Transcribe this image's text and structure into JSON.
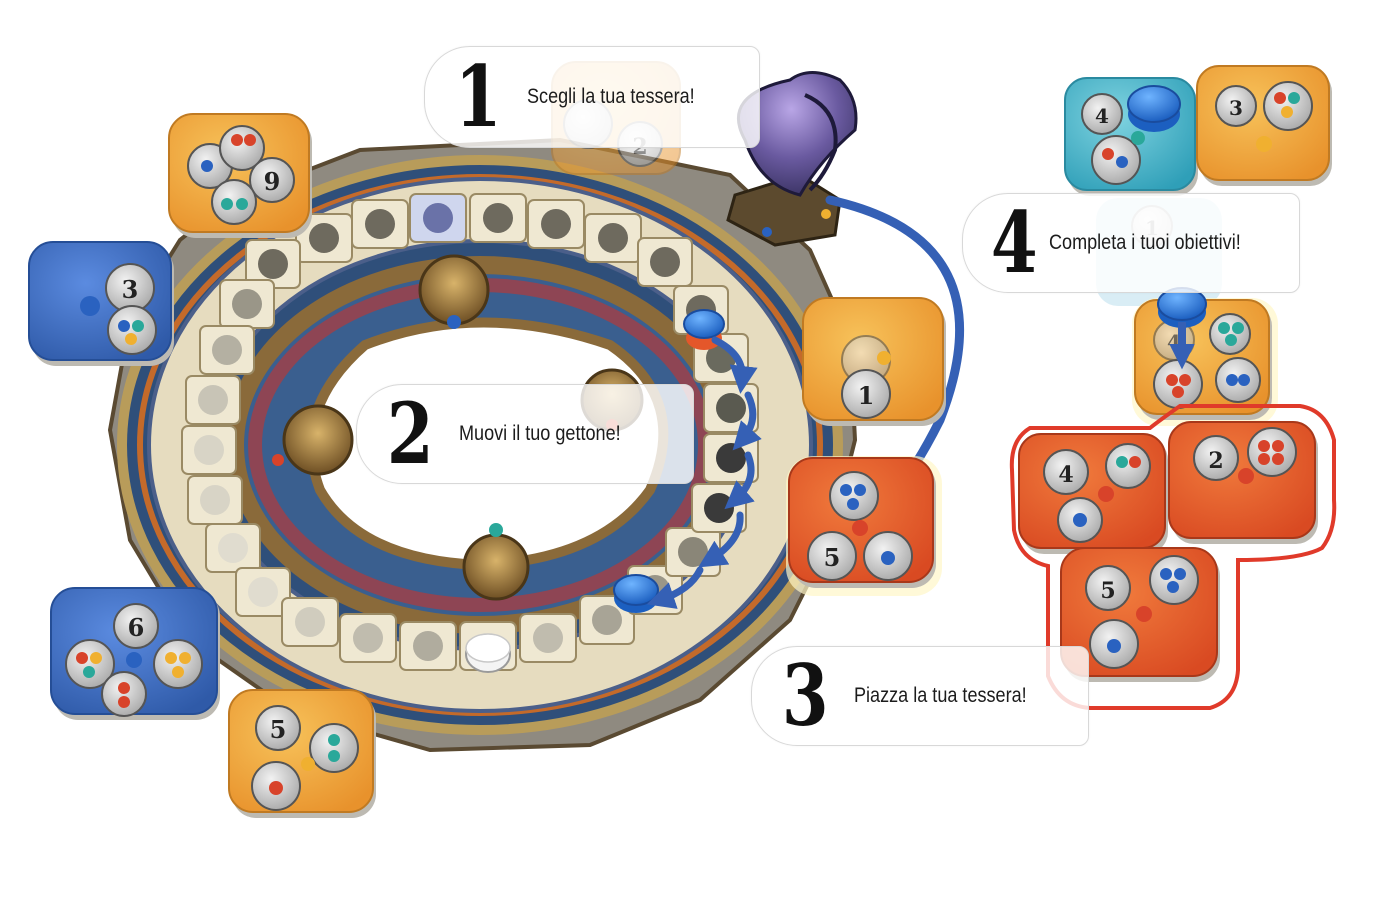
{
  "steps": [
    {
      "number": "1",
      "text": "Scegli la tua tessera!"
    },
    {
      "number": "2",
      "text": "Muovi il tuo gettone!"
    },
    {
      "number": "3",
      "text": "Piazza la tua tessera!"
    },
    {
      "number": "4",
      "text": "Completa i tuoi obiettivi!"
    }
  ],
  "tiles": {
    "around_board": [
      "9",
      "3",
      "6",
      "5",
      "2",
      "1",
      "5"
    ],
    "right_group": [
      "4",
      "3",
      "1",
      "4",
      "4",
      "2",
      "5"
    ]
  },
  "colors": {
    "orange_tile": "#f2a83c",
    "red_tile": "#e4572a",
    "blue_tile": "#3f6fbf",
    "teal_tile": "#49b5c9",
    "arrow_blue": "#3560b5",
    "highlight_red": "#e03a2a",
    "board_cream": "#e8dfc4",
    "board_bronze": "#8a6a3a"
  }
}
